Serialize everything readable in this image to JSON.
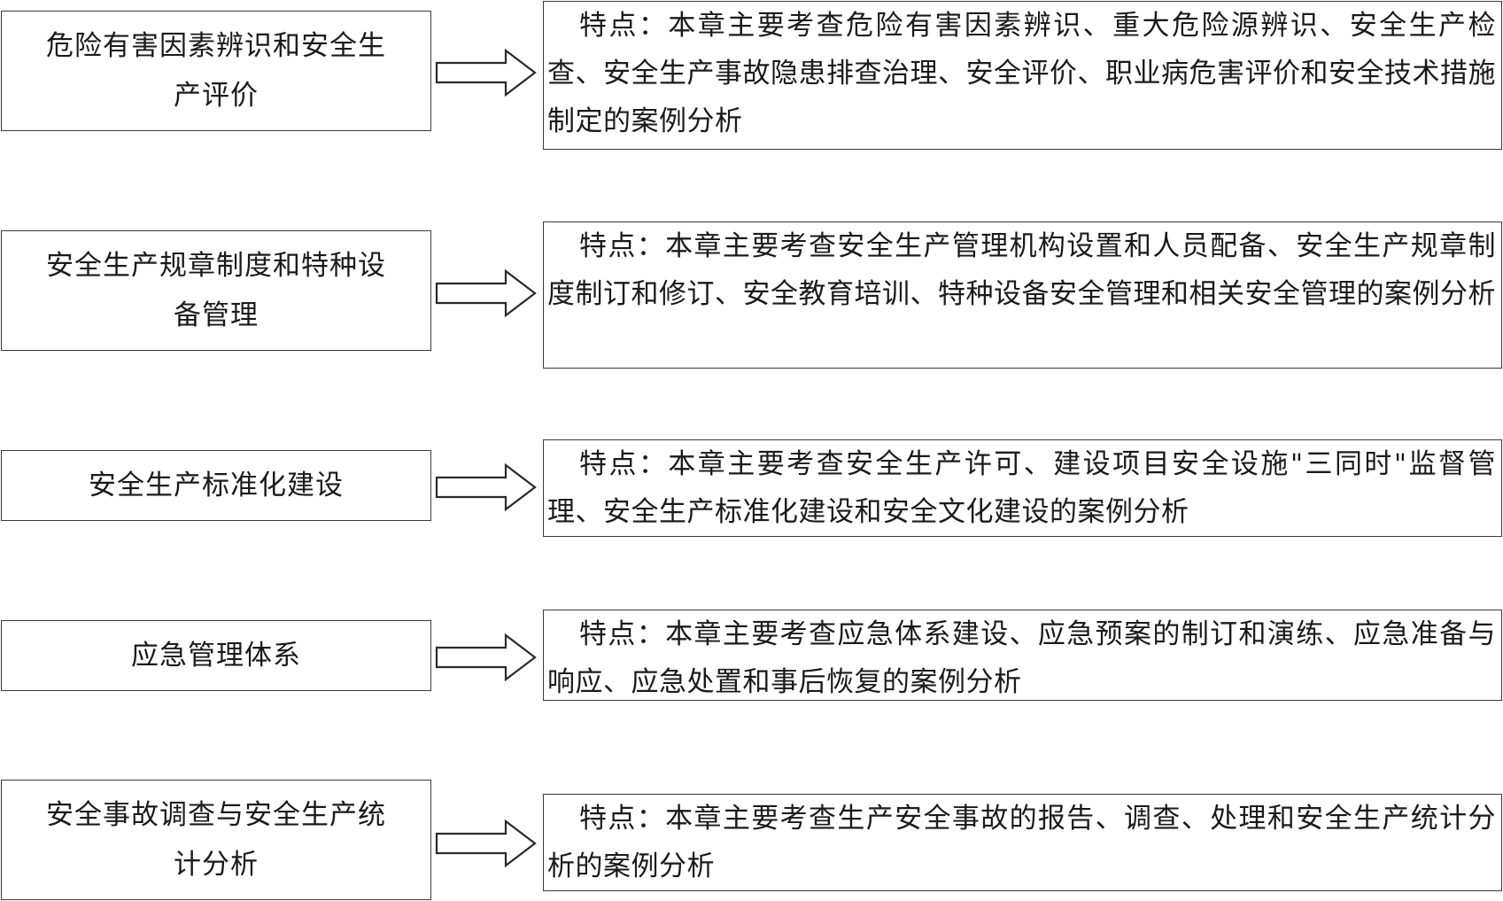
{
  "rows": [
    {
      "chapter": "危险有害因素辨识和安全生产评价",
      "description": "特点：本章主要考查危险有害因素辨识、重大危险源辨识、安全生产检查、安全生产事故隐患排查治理、安全评价、职业病危害评价和安全技术措施制定的案例分析"
    },
    {
      "chapter": "安全生产规章制度和特种设备管理",
      "description": "特点：本章主要考查安全生产管理机构设置和人员配备、安全生产规章制度制订和修订、安全教育培训、特种设备安全管理和相关安全管理的案例分析"
    },
    {
      "chapter": "安全生产标准化建设",
      "description": "特点：本章主要考查安全生产许可、建设项目安全设施\"三同时\"监督管理、安全生产标准化建设和安全文化建设的案例分析"
    },
    {
      "chapter": "应急管理体系",
      "description": "特点：本章主要考查应急体系建设、应急预案的制订和演练、应急准备与响应、应急处置和事后恢复的案例分析"
    },
    {
      "chapter": "安全事故调查与安全生产统计分析",
      "description": "特点：本章主要考查生产安全事故的报告、调查、处理和安全生产统计分析的案例分析"
    }
  ],
  "colors": {
    "border": "#3a3a3a",
    "text": "#1a1a1a",
    "background": "#ffffff"
  },
  "icons": {
    "arrow": "hollow-right-arrow-icon"
  }
}
